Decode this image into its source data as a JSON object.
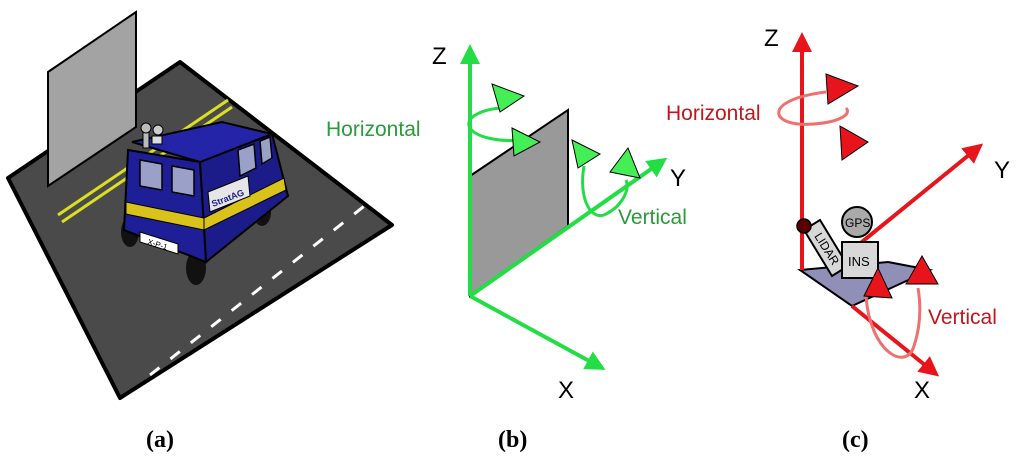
{
  "panel_a": {
    "caption_open": "(",
    "caption_letter": "a",
    "caption_close": ")",
    "van_brand": "StratAG",
    "plate": "X-P-1"
  },
  "panel_b": {
    "caption_open": "(",
    "caption_letter": "b",
    "caption_close": ")",
    "axis_z": "Z",
    "axis_y": "Y",
    "axis_x": "X",
    "horizontal_label": "Horizontal",
    "vertical_label": "Vertical",
    "color": "#22dd44",
    "label_color": "#2a9a3a"
  },
  "panel_c": {
    "caption_open": "(",
    "caption_letter": "c",
    "caption_close": ")",
    "axis_z": "Z",
    "axis_y": "Y",
    "axis_x": "X",
    "horizontal_label": "Horizontal",
    "vertical_label": "Vertical",
    "gps_label": "GPS",
    "ins_label": "INS",
    "lidar_label": "LIDAR",
    "color": "#e8141c",
    "label_color": "#c0161c"
  }
}
